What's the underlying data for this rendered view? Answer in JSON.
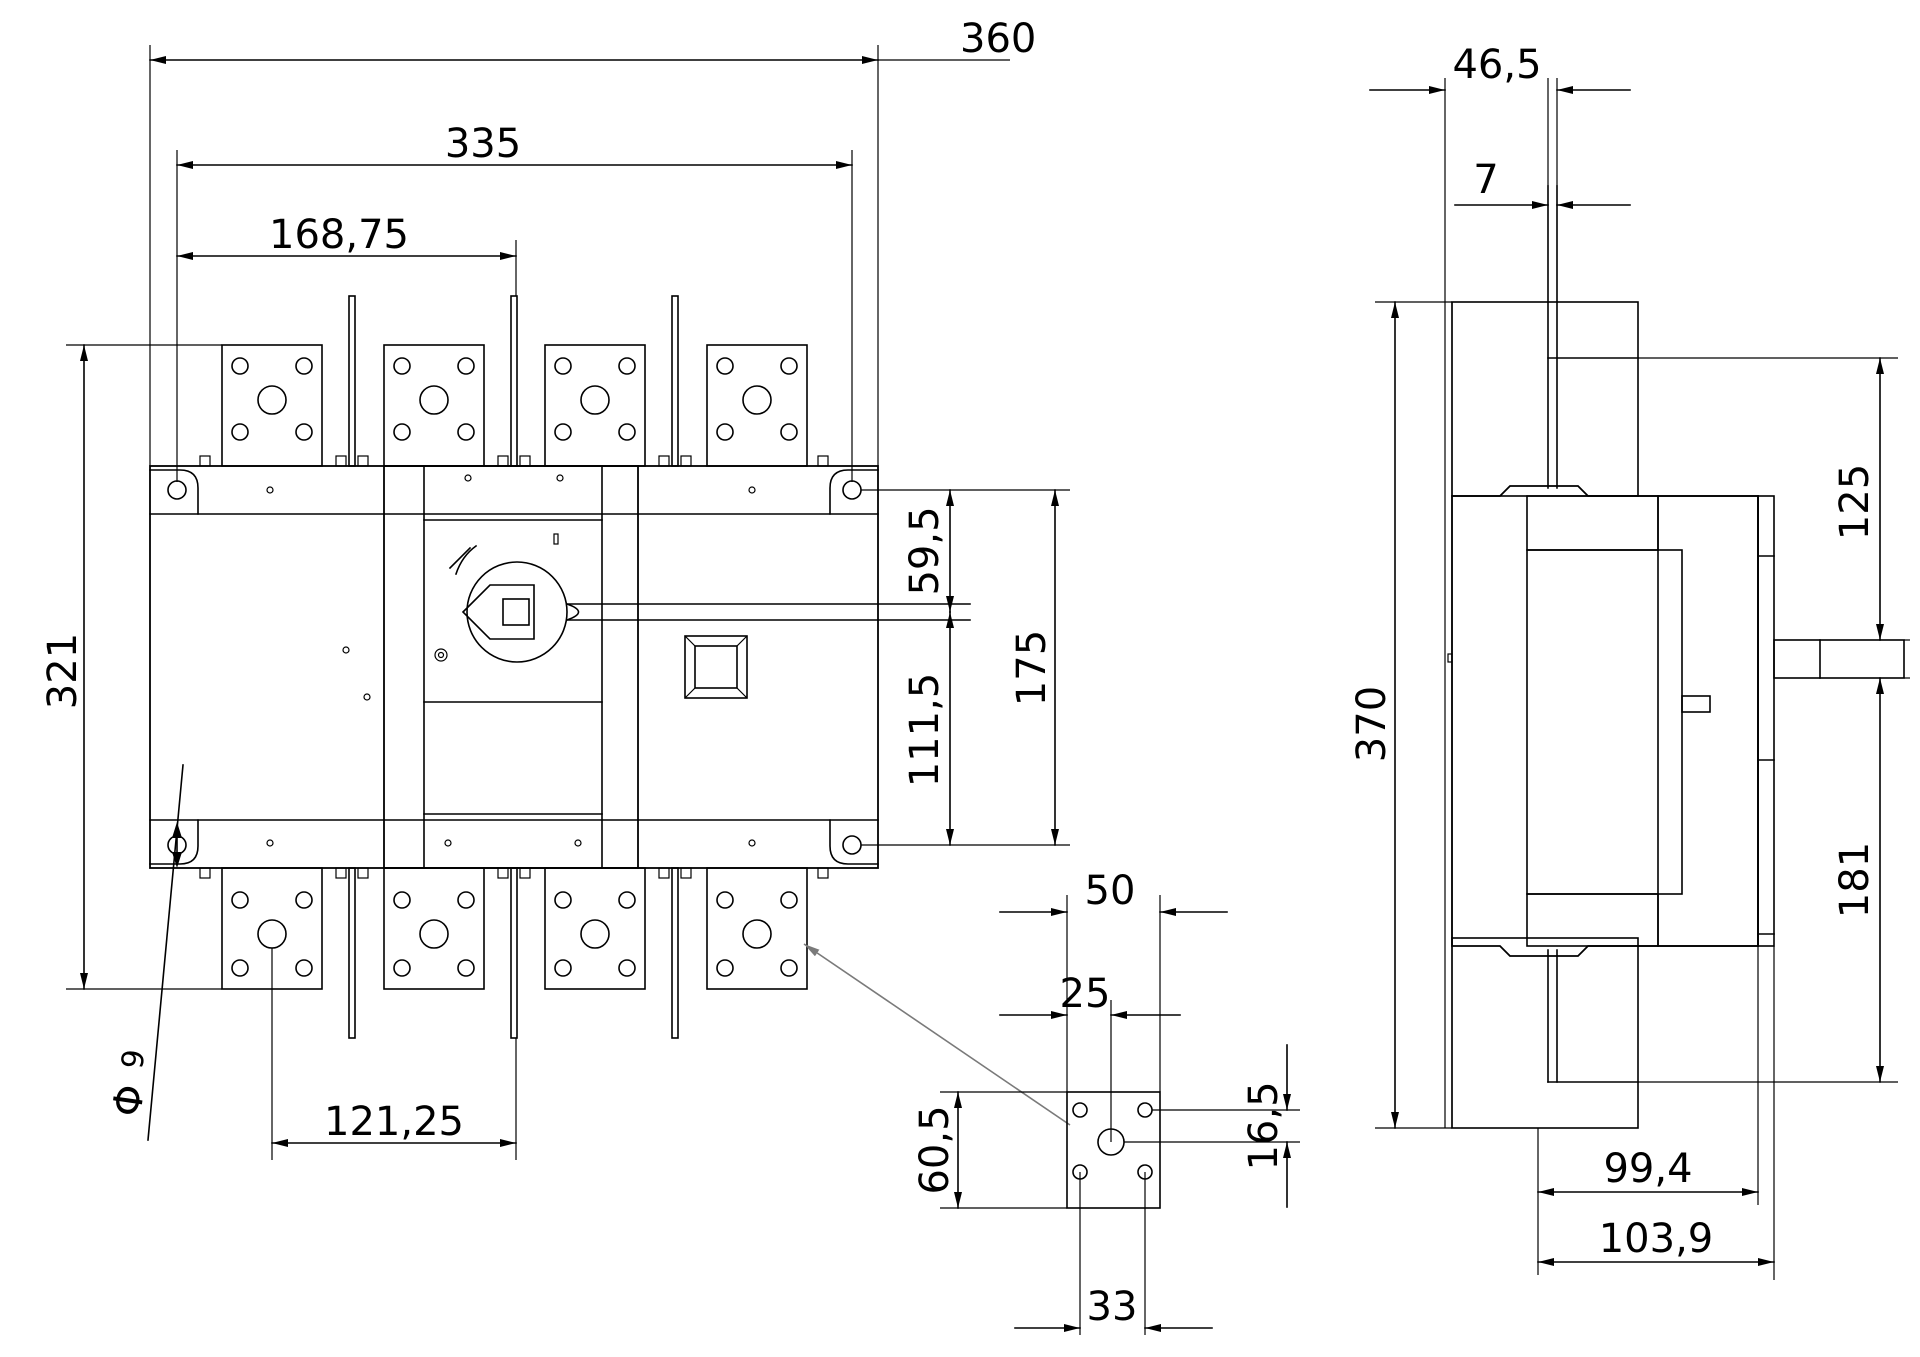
{
  "dimensions": {
    "front": {
      "overall_width": "360",
      "mounting_width": "335",
      "half_width": "168,75",
      "height": "321",
      "hole_diameter_symbol": "Φ",
      "hole_diameter": "9",
      "handle_to_top": "59,5",
      "handle_to_bottom": "111,5",
      "mounting_height": "175",
      "terminal_pitch": "121,25"
    },
    "terminal_detail": {
      "width": "50",
      "center": "25",
      "height": "60,5",
      "hole_offset": "16,5",
      "hole_pitch": "33"
    },
    "side": {
      "depth_terminal": "46,5",
      "terminal_thickness": "7",
      "overall_height": "370",
      "upper_terminal": "125",
      "lower_terminal": "181",
      "depth_body": "99,4",
      "depth_overall": "103,9"
    }
  }
}
